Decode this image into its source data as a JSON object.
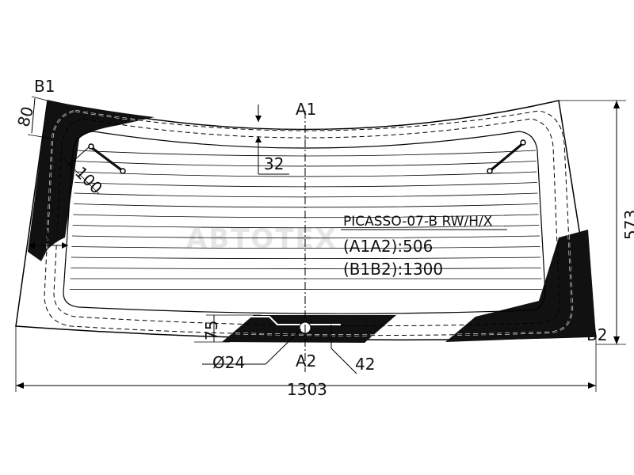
{
  "part_code": "PICASSO-07-B RW/H/X",
  "dimensions": {
    "a1a2": "(A1A2):506",
    "b1b2": "(B1B2):1300",
    "overall_height": "573",
    "overall_width": "1303",
    "top_dotted_offset": "32",
    "left_band": "80",
    "left_corner": "100",
    "left_side": "100",
    "bottom_band": "75",
    "hole_diameter": "Ø24",
    "bottom_offset": "42"
  },
  "points": {
    "a1": "A1",
    "a2": "A2",
    "b1": "B1",
    "b2": "B2"
  },
  "watermark": "АВТОТЕХ"
}
